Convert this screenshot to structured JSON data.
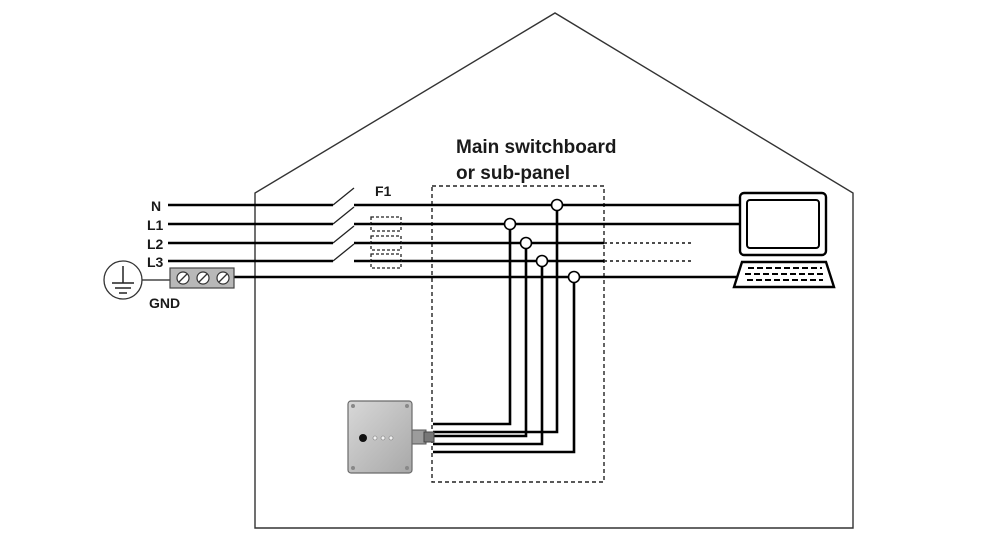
{
  "panel_title": {
    "line1": "Main switchboard",
    "line2": "or sub-panel"
  },
  "fuse_label": "F1",
  "wire_labels": {
    "n": "N",
    "l1": "L1",
    "l2": "L2",
    "l3": "L3",
    "gnd": "GND"
  }
}
